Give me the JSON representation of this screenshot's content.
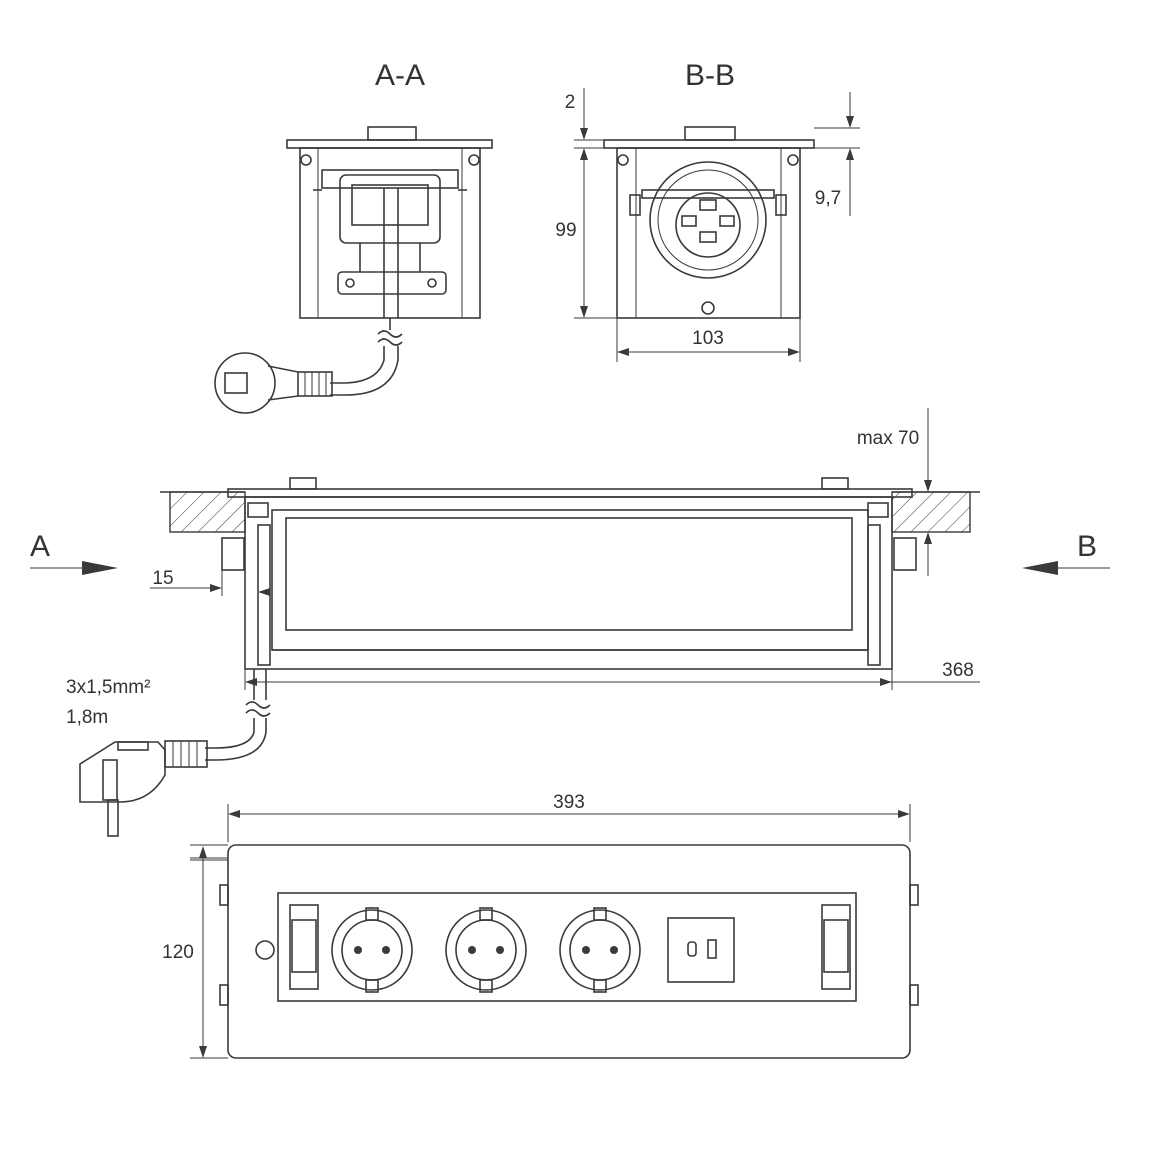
{
  "labels": {
    "section_aa": "A-A",
    "section_bb": "B-B",
    "arrow_a": "A",
    "arrow_b": "B",
    "cable_spec": "3x1,5mm²",
    "cable_length": "1,8m"
  },
  "dimensions": {
    "top_plate_thickness": "2",
    "height": "99",
    "flange_offset": "9,7",
    "depth": "103",
    "max_table_thickness": "max 70",
    "side_offset": "15",
    "body_length": "368",
    "total_length": "393",
    "total_width": "120"
  },
  "colors": {
    "line": "#3a3a3a",
    "background": "#ffffff"
  }
}
